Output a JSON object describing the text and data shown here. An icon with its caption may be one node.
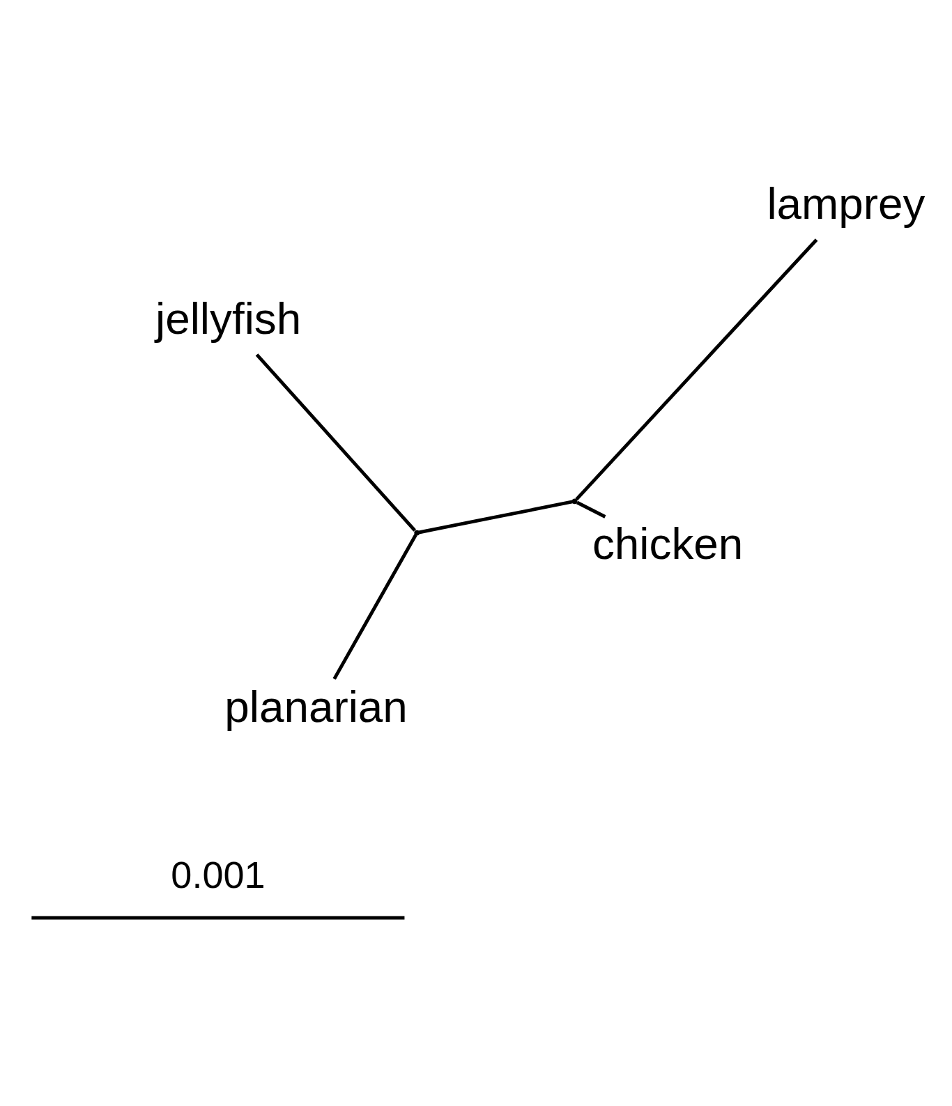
{
  "diagram": {
    "nodes": [
      {
        "text": [
          "lamprey"
        ]
      },
      {
        "text": [
          "chicken"
        ]
      },
      {
        "text": [],
        "shape": "point"
      },
      {
        "text": [],
        "shape": "point"
      },
      {
        "text": [
          "jellyfish"
        ]
      },
      {
        "text": [
          "planarian"
        ]
      }
    ],
    "edges": [
      {
        "from": 2,
        "to": 0,
        "arrow": "none"
      },
      {
        "from": 1,
        "to": 2,
        "arrow": "none"
      },
      {
        "from": 2,
        "to": 3,
        "arrow": "none"
      },
      {
        "from": 3,
        "to": 4,
        "arrow": "none"
      },
      {
        "from": 3,
        "to": 5,
        "arrow": "none"
      }
    ],
    "labels": [
      "0.001"
    ]
  }
}
